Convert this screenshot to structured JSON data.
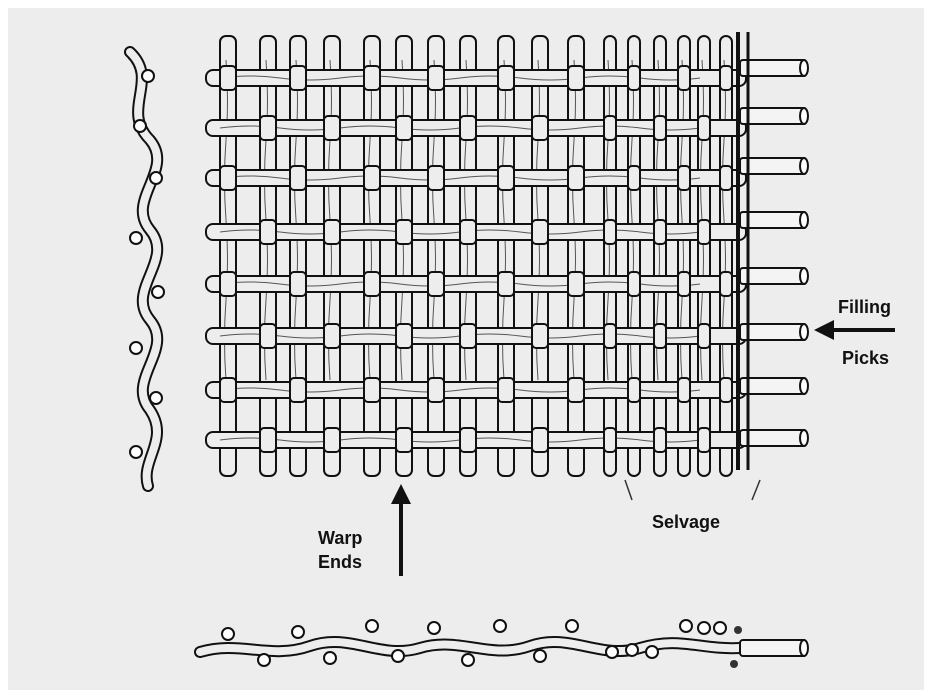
{
  "labels": {
    "filling": "Filling",
    "picks": "Picks",
    "warp": "Warp",
    "ends": "Ends",
    "selvage": "Selvage"
  },
  "colors": {
    "background": "#ededed",
    "outer": "#ffffff",
    "ink": "#111111",
    "yarn": "#d9d9d9"
  }
}
